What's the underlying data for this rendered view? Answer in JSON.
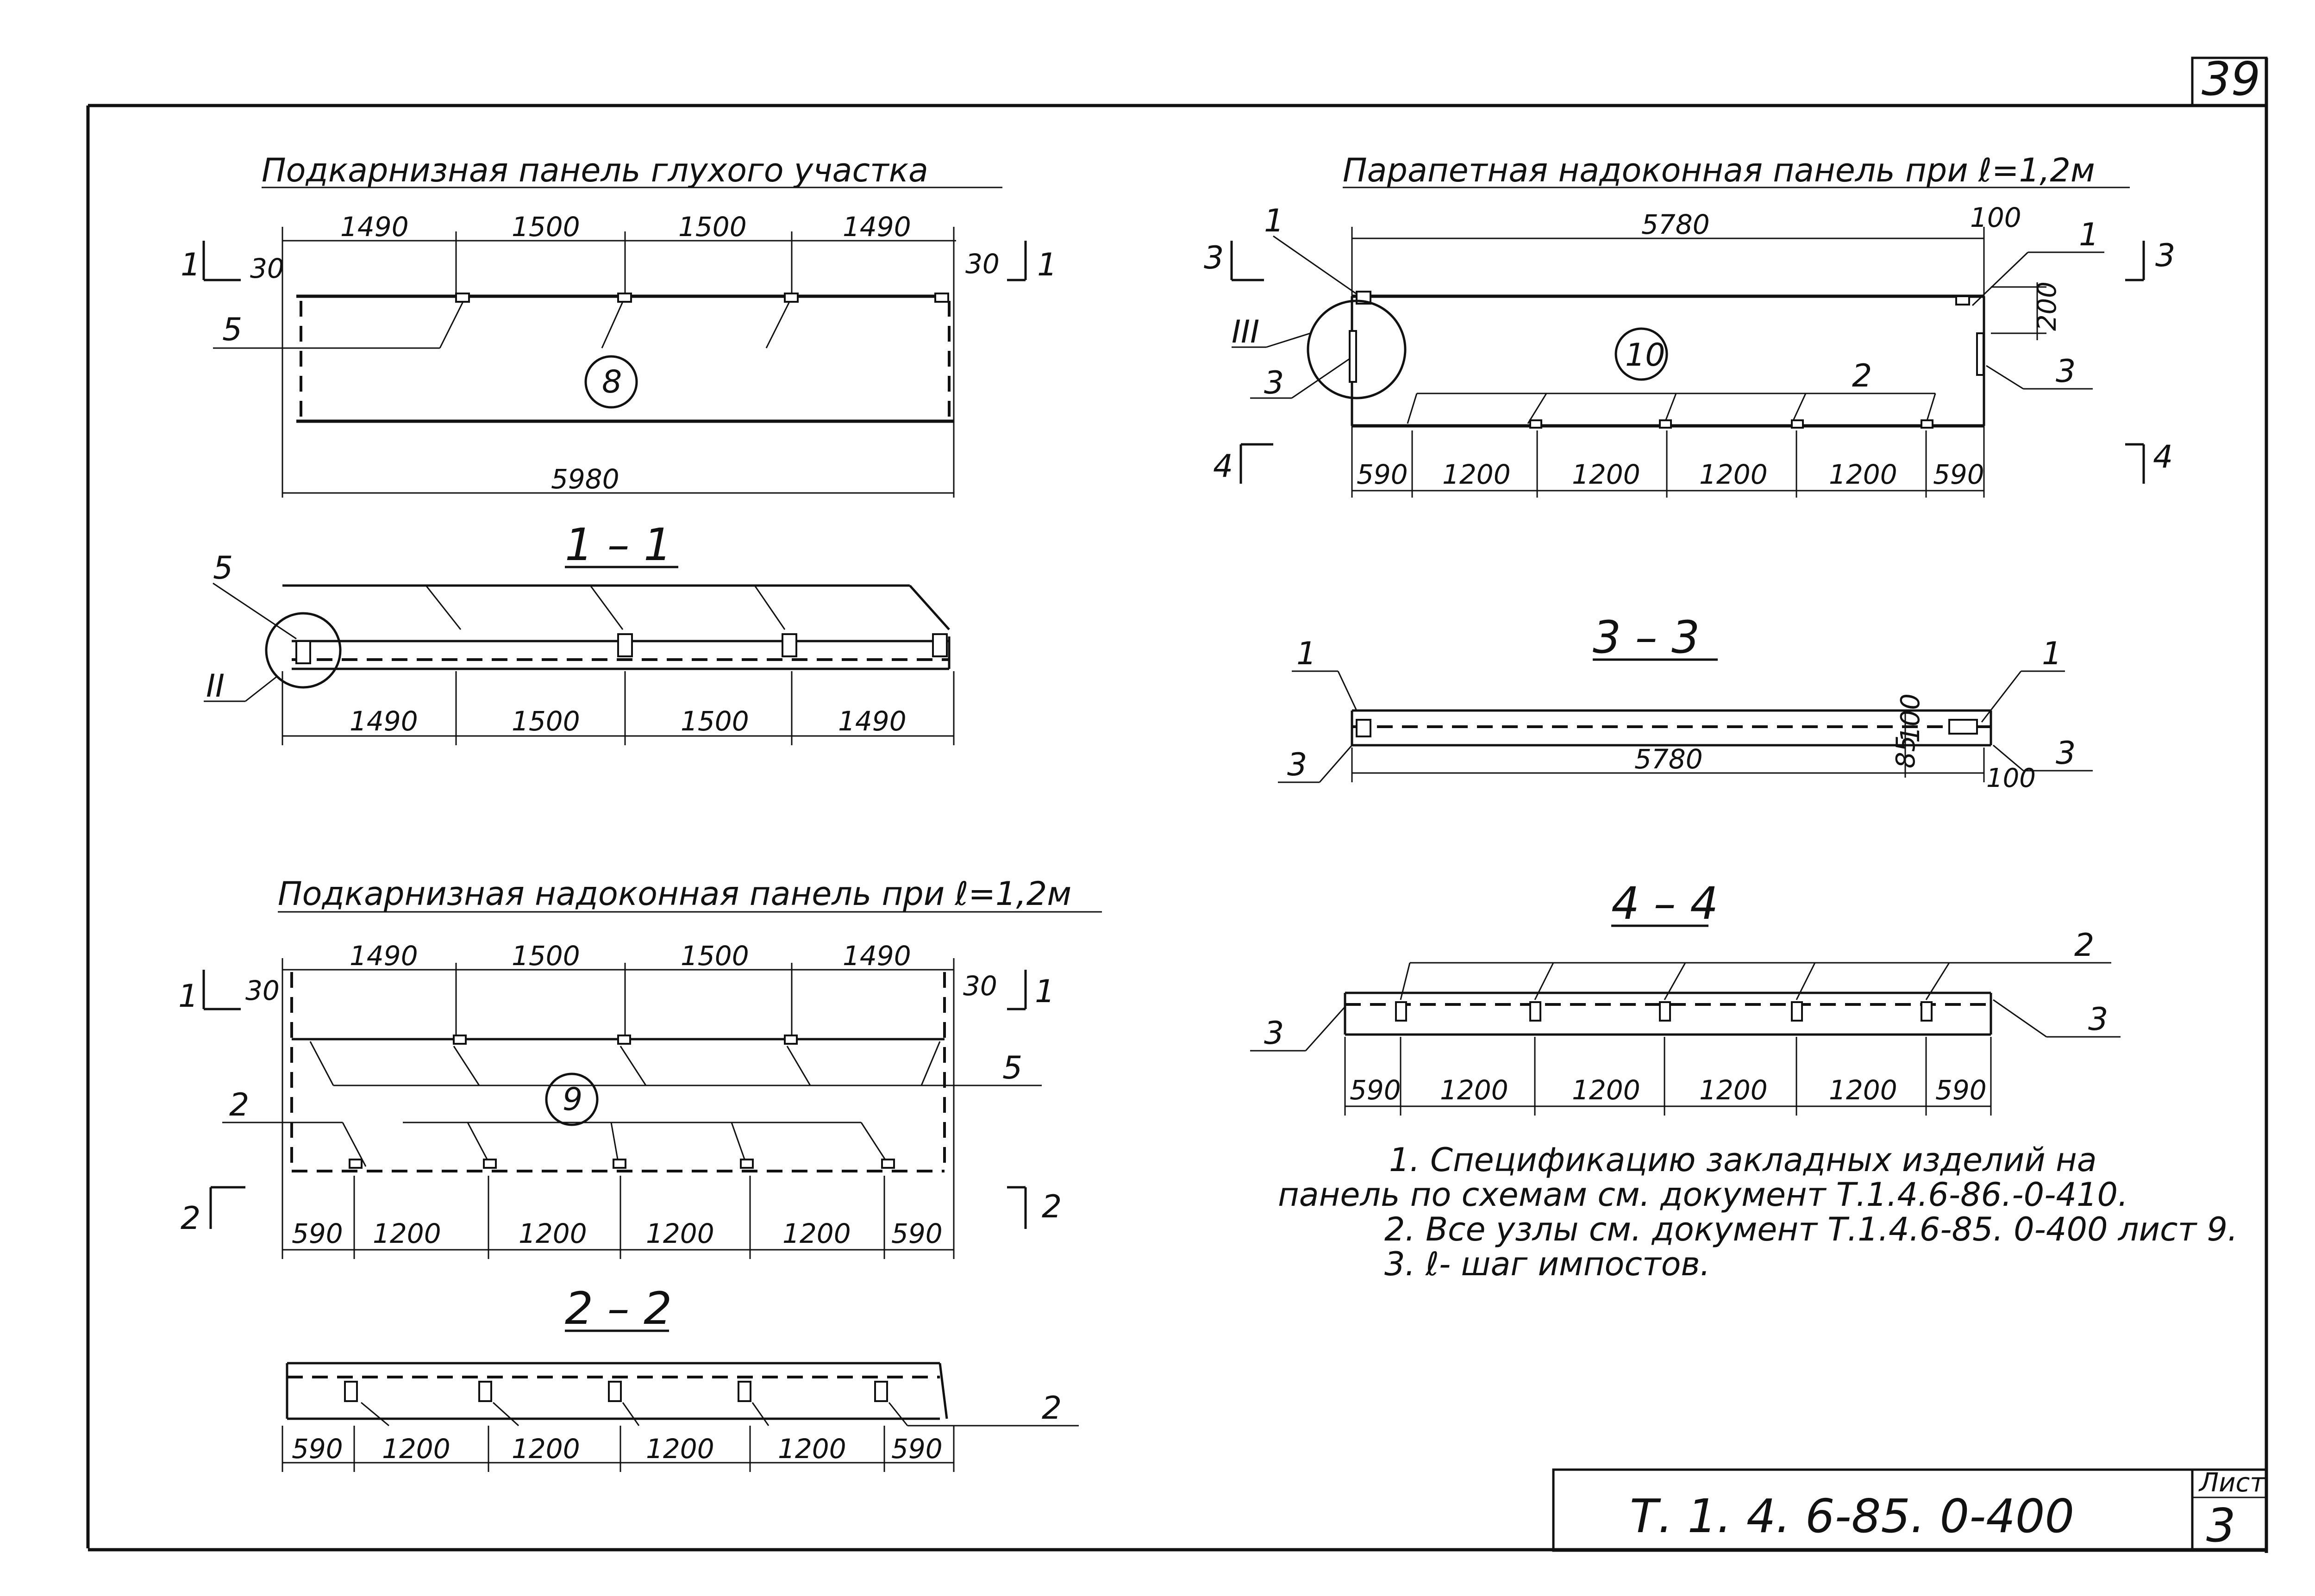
{
  "sheet": {
    "page_number": "39",
    "doc_code": "Т. 1. 4. 6-85. 0-400",
    "sheet_label": "Лист",
    "sheet_number": "3"
  },
  "view_a": {
    "title": "Подкарнизная панель глухого участка",
    "dims_top": [
      "1490",
      "1500",
      "1500",
      "1490"
    ],
    "dim_left": "30",
    "dim_right": "30",
    "dim_overall": "5980",
    "panel_mark": "8",
    "lead_5": "5",
    "cut_left": "1",
    "cut_right": "1"
  },
  "section_11": {
    "title": "1 – 1",
    "lead_5": "5",
    "node_mark": "II",
    "dims": [
      "1490",
      "1500",
      "1500",
      "1490"
    ]
  },
  "view_b": {
    "title": "Подкарнизная надоконная панель при ℓ=1,2м",
    "dims_top": [
      "1490",
      "1500",
      "1500",
      "1490"
    ],
    "dim_left": "30",
    "dim_right": "30",
    "panel_mark": "9",
    "lead_5": "5",
    "lead_2": "2",
    "dims_bottom": [
      "590",
      "1200",
      "1200",
      "1200",
      "1200",
      "590"
    ],
    "cut_1_left": "1",
    "cut_1_right": "1",
    "cut_2_left": "2",
    "cut_2_right": "2"
  },
  "section_22": {
    "title": "2 – 2",
    "lead_2": "2",
    "dims": [
      "590",
      "1200",
      "1200",
      "1200",
      "1200",
      "590"
    ]
  },
  "view_c": {
    "title": "Парапетная надоконная панель при ℓ=1,2м",
    "dim_overall": "5780",
    "dim_end": "100",
    "dim_200": "200",
    "panel_mark": "10",
    "lead_1_left": "1",
    "lead_1_right": "1",
    "lead_3_left": "3",
    "lead_3_right": "3",
    "lead_2": "2",
    "node_mark": "III",
    "dims_bottom": [
      "590",
      "1200",
      "1200",
      "1200",
      "1200",
      "590"
    ],
    "cut_3_left": "3",
    "cut_3_right": "3",
    "cut_4_left": "4",
    "cut_4_right": "4"
  },
  "section_33": {
    "title": "3 – 3",
    "dim_overall": "5780",
    "dim_85": "85",
    "dim_100a": "100",
    "dim_100b": "100",
    "lead_1_left": "1",
    "lead_1_right": "1",
    "lead_3_left": "3",
    "lead_3_right": "3"
  },
  "section_44": {
    "title": "4 – 4",
    "lead_2": "2",
    "lead_3_left": "3",
    "lead_3_right": "3",
    "dims": [
      "590",
      "1200",
      "1200",
      "1200",
      "1200",
      "590"
    ]
  },
  "notes": {
    "line1": "1. Спецификацию закладных изделий на",
    "line2": "панель по схемам см. документ Т.1.4.6-86.-0-410.",
    "line3": "2. Все узлы см. документ Т.1.4.6-85. 0-400 лист 9.",
    "line4": "3. ℓ- шаг импостов."
  }
}
